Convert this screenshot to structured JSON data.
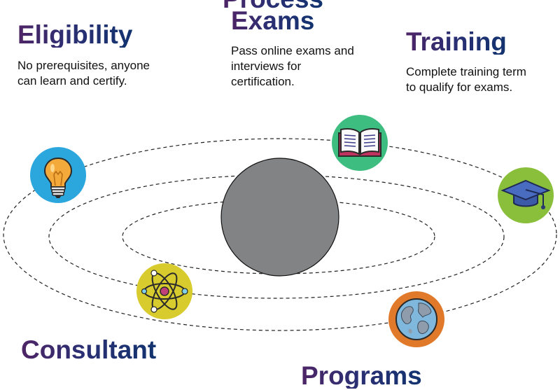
{
  "header": {
    "partial_title": "Process"
  },
  "sections": {
    "eligibility": {
      "title": "Eligibility",
      "text_line1": "No prerequisites, anyone",
      "text_line2": "can learn and certify."
    },
    "exams": {
      "title": "Exams",
      "text_line1": "Pass online exams and",
      "text_line2": "interviews for",
      "text_line3": "certification."
    },
    "training": {
      "title": "Training",
      "text_line1": "Complete training term",
      "text_line2": "to qualify for exams."
    },
    "consultant": {
      "title": "Consultant"
    },
    "programs": {
      "partial_title": "Programs"
    }
  },
  "colors": {
    "center_planet": "#828385",
    "bulb_circle": "#2ca7de",
    "book_circle": "#3dbd80",
    "cap_circle": "#8abf3c",
    "atom_circle": "#d8cb2e",
    "globe_circle": "#e07a2a"
  },
  "icons": [
    "light-bulb-icon",
    "open-book-icon",
    "graduation-cap-icon",
    "atom-icon",
    "globe-icon"
  ]
}
